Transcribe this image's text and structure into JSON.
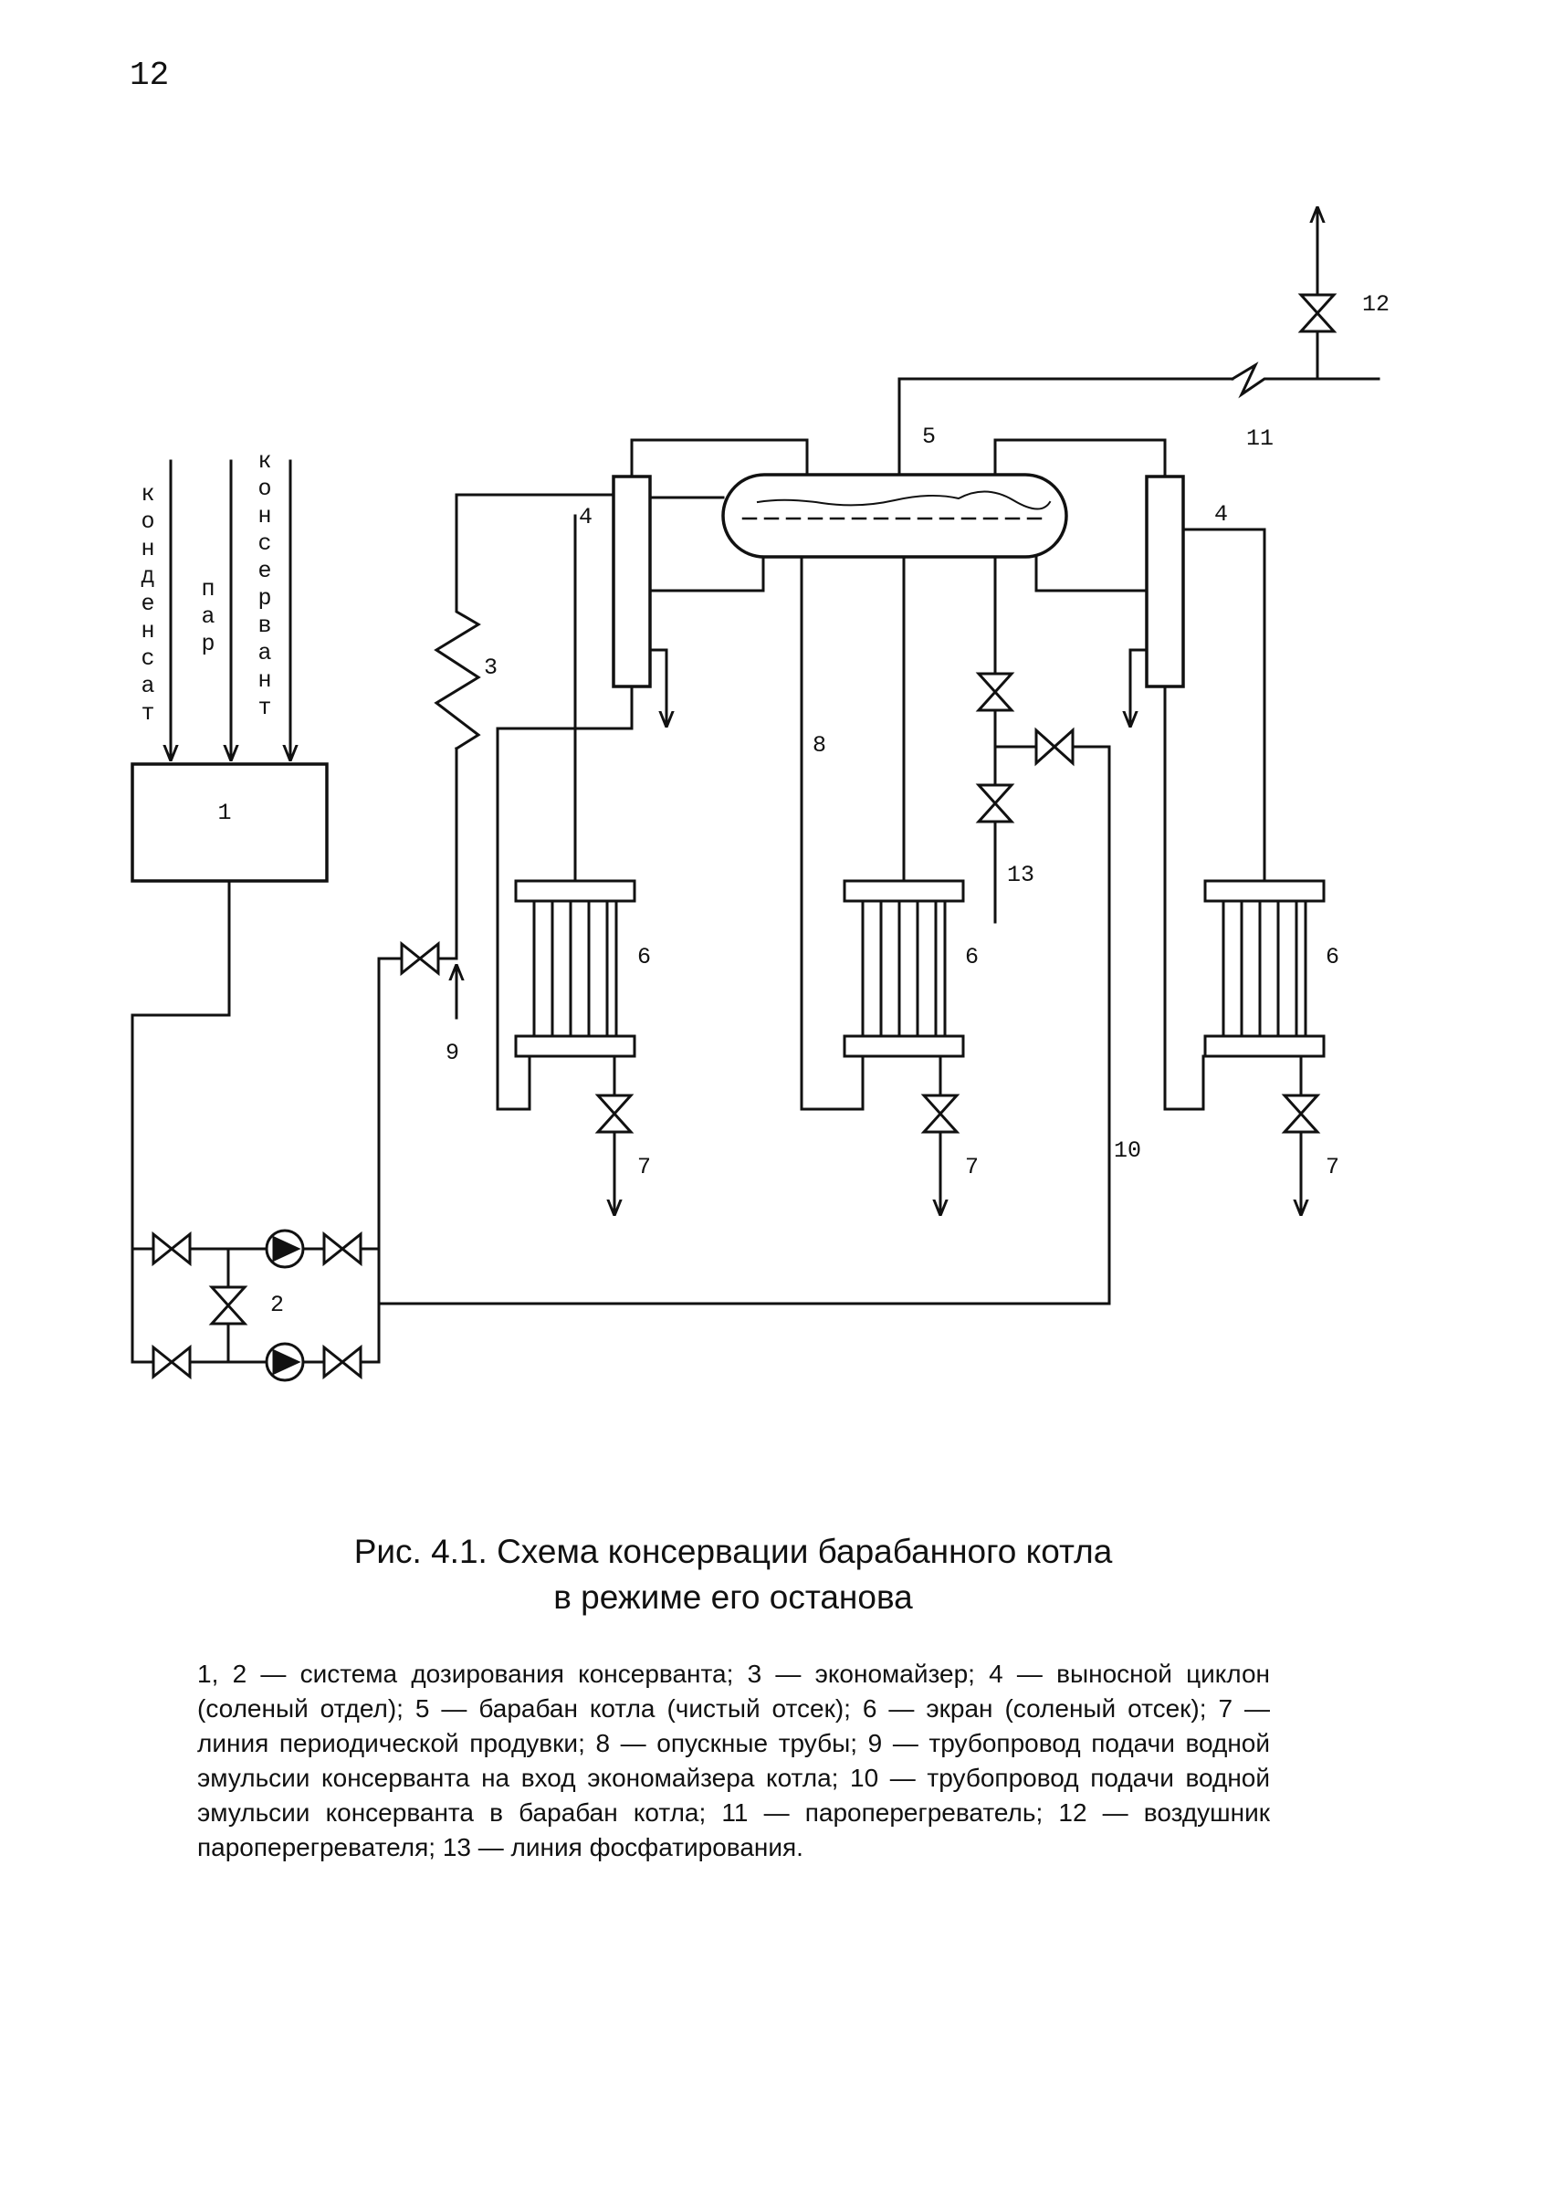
{
  "page_number": "12",
  "inflows": {
    "condensate": "конденсат",
    "steam": "пар",
    "preservative": "консервант"
  },
  "labels": {
    "n1": "1",
    "n2": "2",
    "n3": "3",
    "n4_left": "4",
    "n4_right": "4",
    "n5": "5",
    "n6_left": "6",
    "n6_mid": "6",
    "n6_right": "6",
    "n7_left": "7",
    "n7_mid": "7",
    "n7_right": "7",
    "n8": "8",
    "n9": "9",
    "n10": "10",
    "n11": "11",
    "n12": "12",
    "n13": "13"
  },
  "caption": {
    "line1": "Рис. 4.1. Схема консервации барабанного котла",
    "line2": "в режиме его останова"
  },
  "legend": "1, 2 — система дозирования консерванта; 3 — экономайзер; 4 — выносной циклон (соленый отдел); 5 — барабан котла (чистый отсек); 6 — экран (соленый отсек); 7 — линия периодической продувки; 8 — опускные трубы; 9 — трубопровод подачи водной эмульсии консерванта на вход экономайзера котла; 10 — трубопровод подачи водной эмульсии консерванта в барабан котла; 11 — пароперегреватель; 12 — воздушник пароперегревателя; 13 — линия фосфатирования."
}
